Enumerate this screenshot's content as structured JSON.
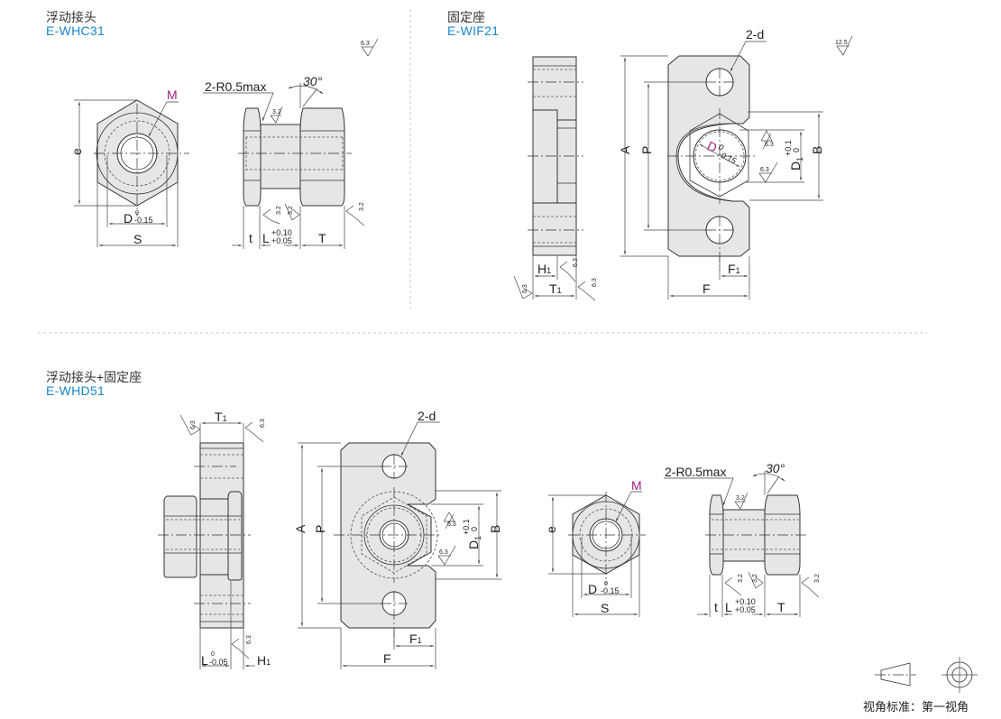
{
  "sections": [
    {
      "title_cn": "浮动接头",
      "code": "E-WHC31"
    },
    {
      "title_cn": "固定座",
      "code": "E-WIF21"
    },
    {
      "title_cn": "浮动接头+固定座",
      "code": "E-WHD51"
    }
  ],
  "colors": {
    "code": "#1a86c8",
    "thread_label": "#a0237e",
    "part_fill": "#e6e6e8"
  },
  "roughness": {
    "r63": "6.3",
    "r32": "3.2",
    "r125": "12.5"
  },
  "labels": {
    "M": "M",
    "e": "e",
    "S": "S",
    "D": "D",
    "D_tol_upper": "0",
    "D_tol_lower": "-0.15",
    "t": "t",
    "L": "L",
    "L_tol_upper": "+0.10",
    "L_tol_lower": "+0.05",
    "T": "T",
    "radius_note": "2-R0.5max",
    "angle": "30°",
    "holes": "2-d",
    "A": "A",
    "P": "P",
    "B": "B",
    "D1": "D",
    "D1_sub": "1",
    "D1_tol_upper": "+0.1",
    "D1_tol_lower": "0",
    "F": "F",
    "F1": "F",
    "F1_sub": "1",
    "H1": "H",
    "H1_sub": "1",
    "T1": "T",
    "T1_sub": "1",
    "L2_tol_upper": "0",
    "L2_tol_lower": "-0.05"
  },
  "legend": {
    "text": "视角标准：第一视角"
  }
}
